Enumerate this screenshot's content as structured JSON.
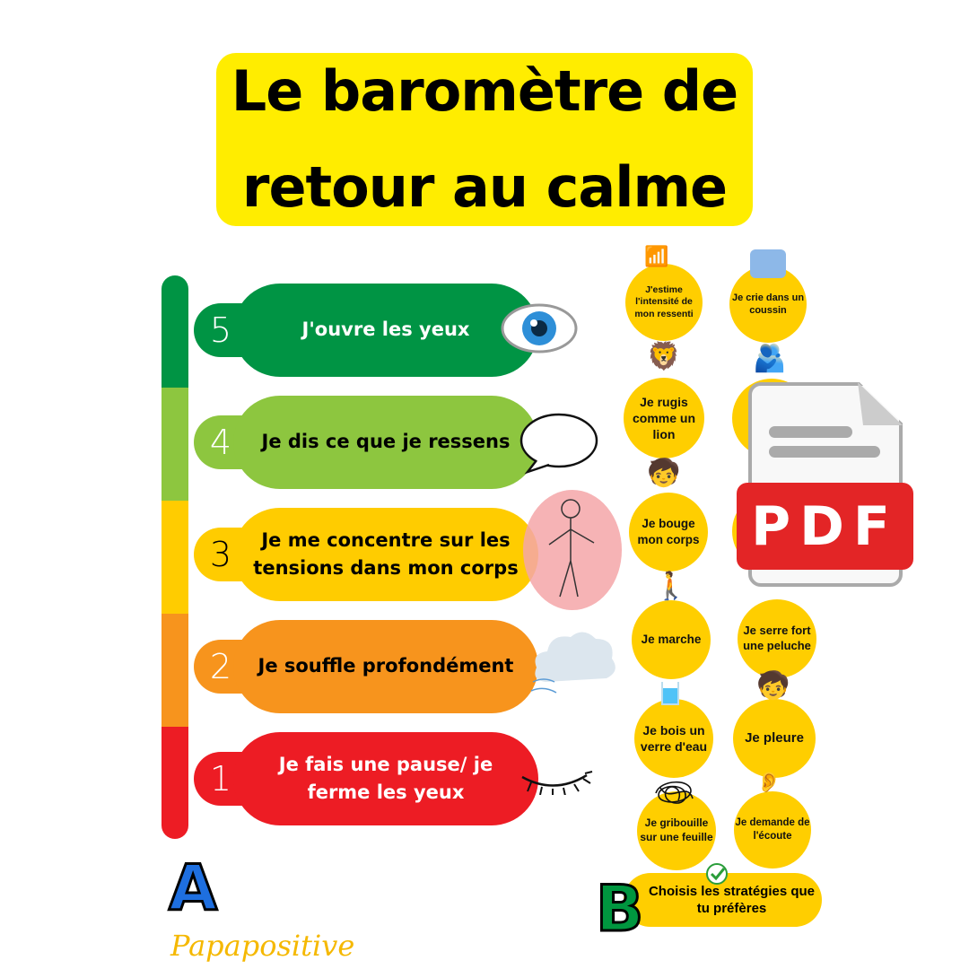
{
  "title": "Le baromètre de retour au calme",
  "levels": [
    {
      "num": "5",
      "label": "J'ouvre les yeux",
      "color": "#009444"
    },
    {
      "num": "4",
      "label": "Je dis ce que je ressens",
      "color": "#8DC63F"
    },
    {
      "num": "3",
      "label": "Je me concentre sur les tensions dans mon corps",
      "color": "#FFCC00"
    },
    {
      "num": "2",
      "label": "Je souffle profondément",
      "color": "#F7941D"
    },
    {
      "num": "1",
      "label": "Je fais une pause/ je ferme les yeux",
      "color": "#ED1C24"
    }
  ],
  "strategies": [
    "J'estime l'intensité de mon ressenti",
    "Je crie dans un coussin",
    "Je rugis comme un lion",
    "Je bouge mon corps",
    "Je marche",
    "Je serre fort une peluche",
    "Je bois un verre d'eau",
    "Je pleure",
    "Je gribouille sur une feuille",
    "Je demande de l'écoute"
  ],
  "choose_label": "Choisis les stratégies que tu préfères",
  "letter_a": "A",
  "letter_b": "B",
  "brand": "Papapositive",
  "pdf_label": "PDF"
}
